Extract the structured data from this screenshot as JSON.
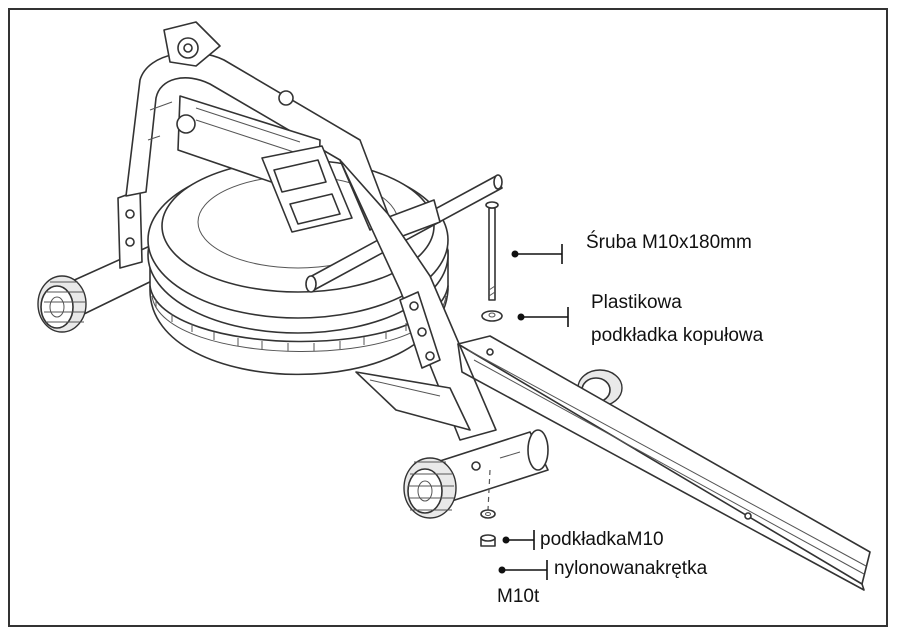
{
  "labels": {
    "bolt": "Śruba M10x180mm",
    "plastic_washer_line1": "Plastikowa",
    "plastic_washer_line2": "podkładka kopułowa",
    "washer": "podkładkaM10",
    "nut_line1": "nylonowanakrętka",
    "nut_line2": "M10t"
  },
  "colors": {
    "line": "#333333",
    "background": "#ffffff",
    "text": "#111111"
  }
}
